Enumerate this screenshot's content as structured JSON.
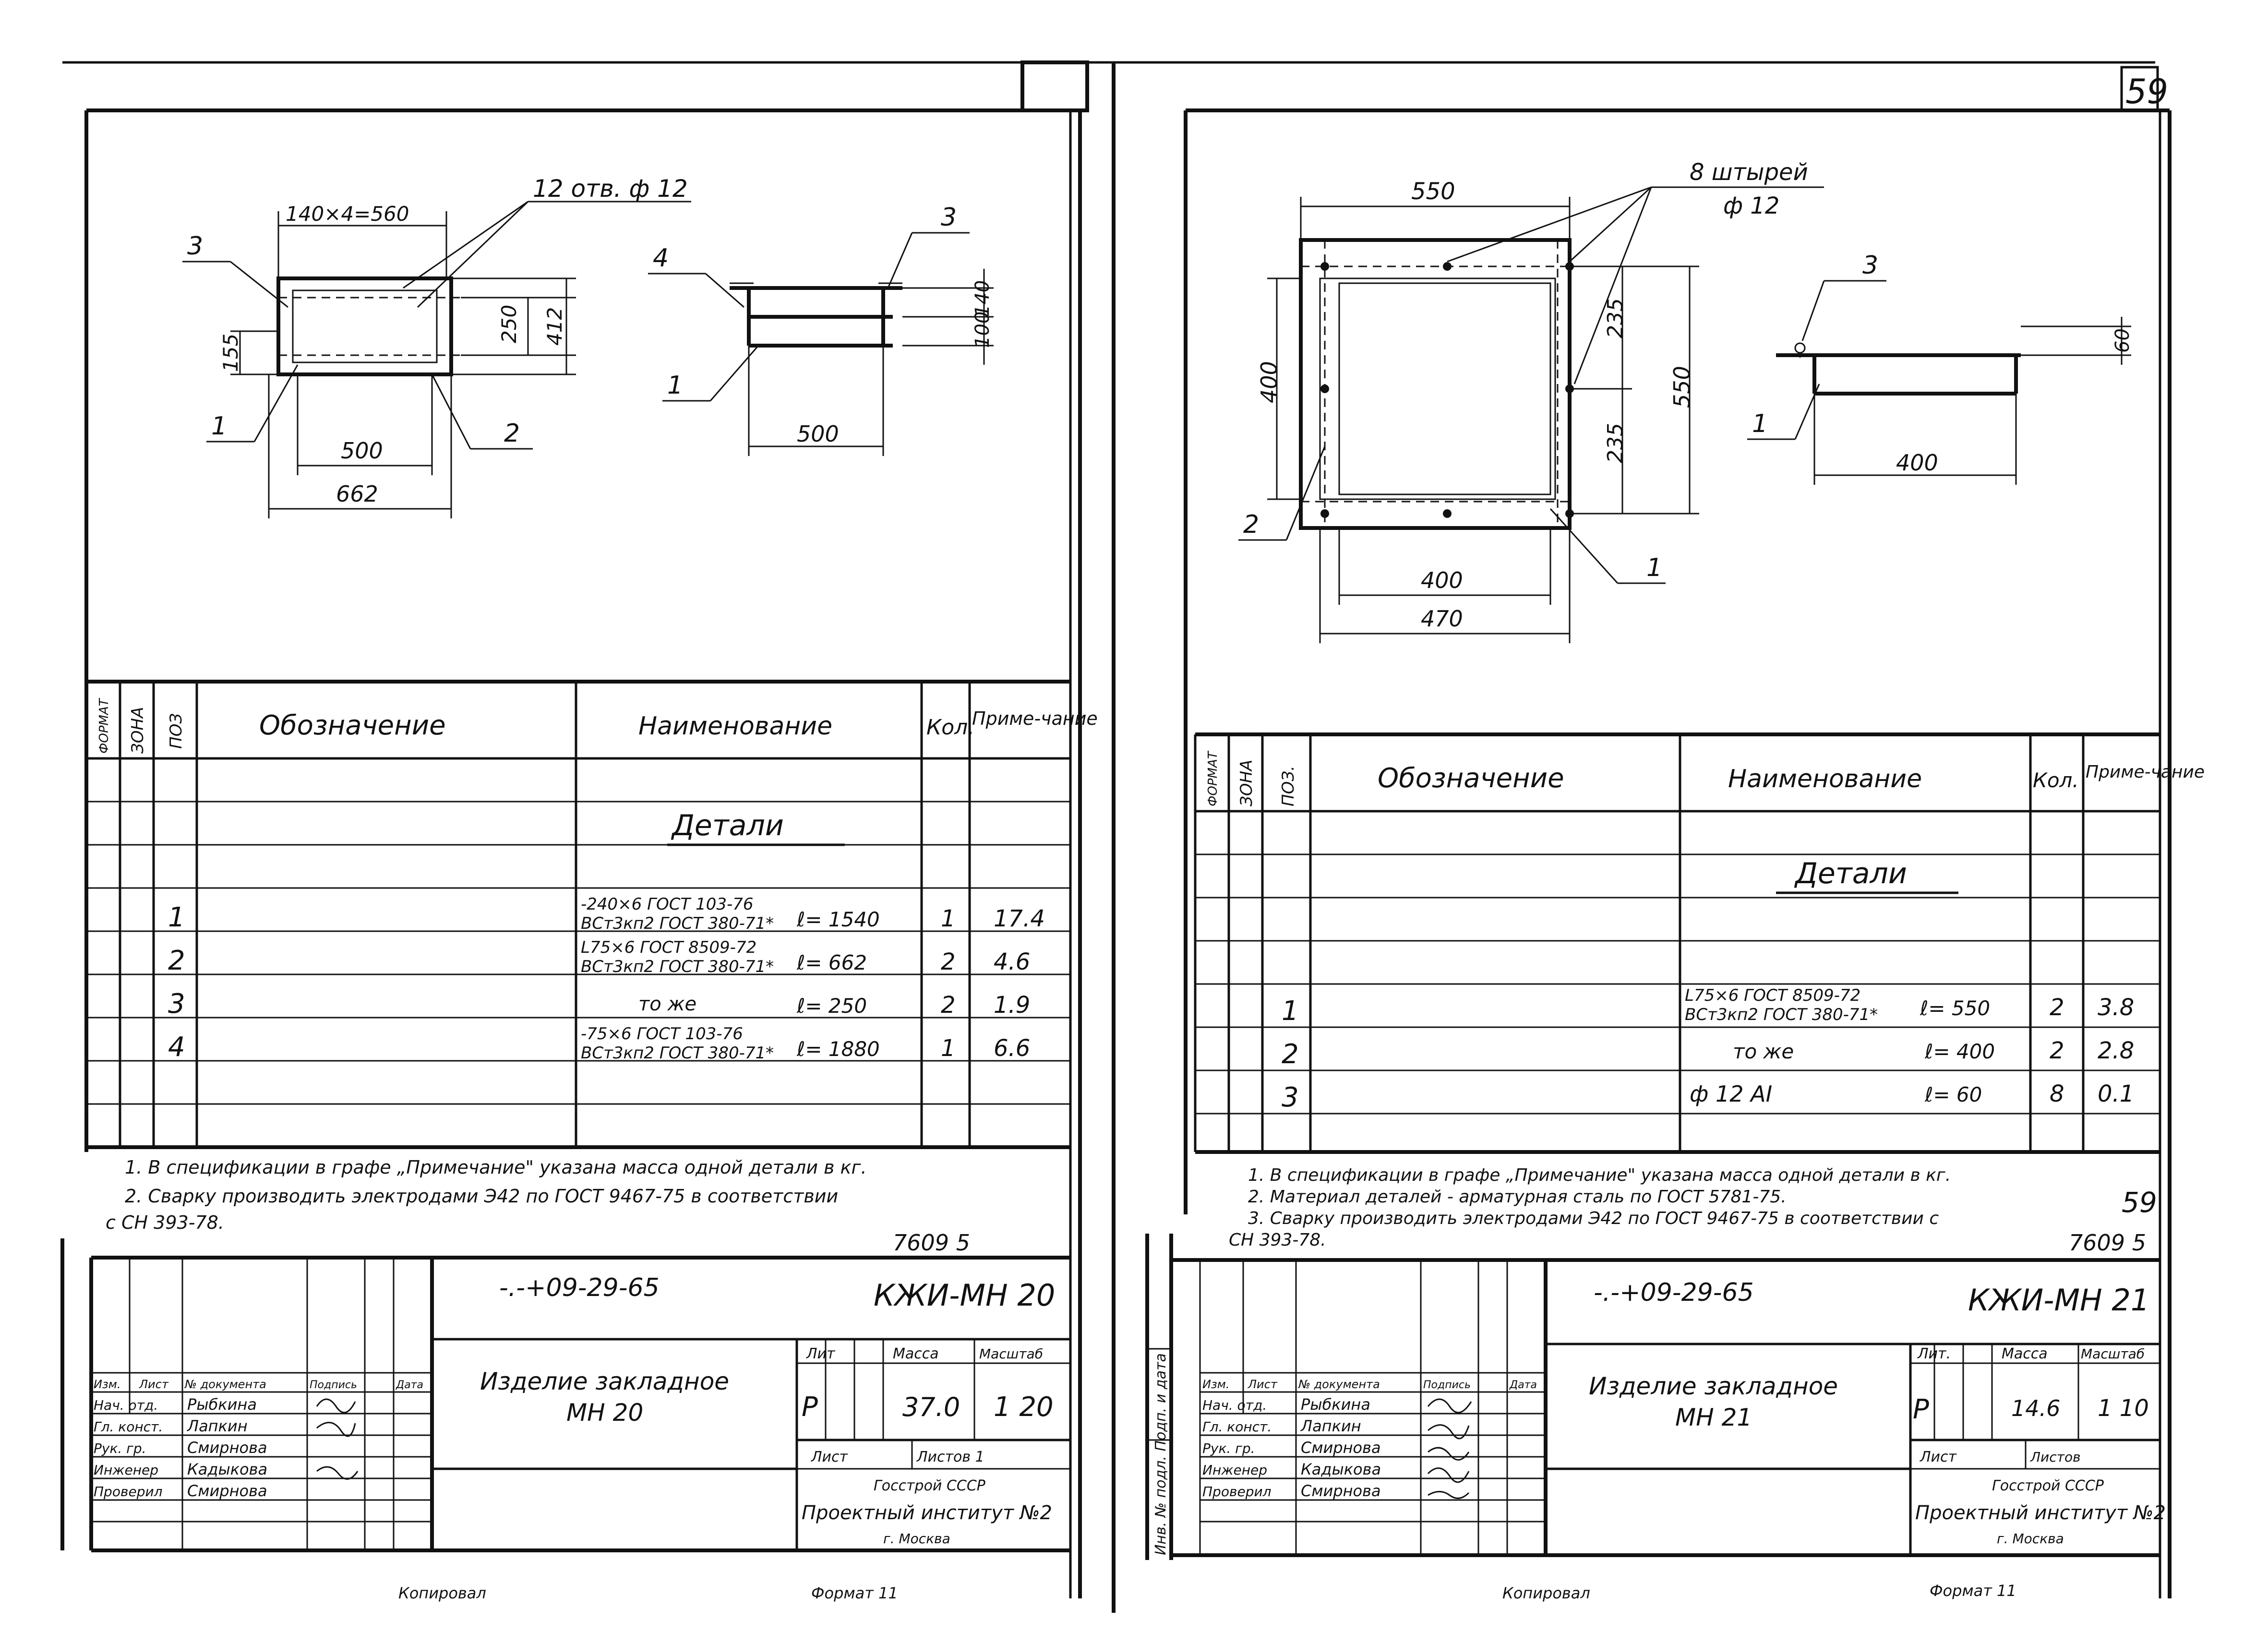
{
  "page_number": "59",
  "left": {
    "drawing": {
      "holes": "12 отв. ф 12",
      "pitch": "140×4=560",
      "d250": "250",
      "d412": "412",
      "d155": "155",
      "d500": "500",
      "d662": "662",
      "p1": "1",
      "p2": "2",
      "p3": "3",
      "s4": "4",
      "s3": "3",
      "s1": "1",
      "d140": "140",
      "d100": "100",
      "s500": "500"
    },
    "table": {
      "col_format": "ФОРМАТ",
      "col_zone": "ЗОНА",
      "col_pos": "ПОЗ",
      "col_designation": "Обозначение",
      "col_name": "Наименование",
      "col_qty": "Кол.",
      "col_note": "Приме-чание",
      "section": "Детали",
      "rows": [
        {
          "pos": "1",
          "name1": "-240×6 ГОСТ 103-76",
          "name2": "ВСт3кп2 ГОСТ 380-71*",
          "length": "ℓ= 1540",
          "qty": "1",
          "note": "17.4"
        },
        {
          "pos": "2",
          "name1": "L75×6 ГОСТ 8509-72",
          "name2": "ВСт3кп2 ГОСТ 380-71*",
          "length": "ℓ= 662",
          "qty": "2",
          "note": "4.6"
        },
        {
          "pos": "3",
          "name1": "то же",
          "name2": "",
          "length": "ℓ= 250",
          "qty": "2",
          "note": "1.9"
        },
        {
          "pos": "4",
          "name1": "-75×6 ГОСТ 103-76",
          "name2": "ВСт3кп2 ГОСТ 380-71*",
          "length": "ℓ= 1880",
          "qty": "1",
          "note": "6.6"
        }
      ]
    },
    "notes": [
      "1. В спецификации в графе „Примечание\" указана масса одной детали в кг.",
      "2. Сварку производить электродами Э42 по ГОСТ 9467-75 в соответствии",
      "с СН 393-78."
    ],
    "inv": "7609 5",
    "stamp": {
      "doc_code": "-.-+09-29-65",
      "mark": "КЖИ-МН 20",
      "title1": "Изделие закладное",
      "title2": "МН 20",
      "lit_h": "Лит",
      "mass_h": "Масса",
      "scale_h": "Масштаб",
      "lit": "Р",
      "mass": "37.0",
      "scale": "1 20",
      "sheet_h": "Лист",
      "sheets_h": "Листов 1",
      "org1": "Госстрой СССР",
      "org2": "Проектный институт №2",
      "org3": "г. Москва",
      "h_izm": "Изм.",
      "h_list": "Лист",
      "h_doc": "№ документа",
      "h_sign": "Подпись",
      "h_date": "Дата",
      "roles": [
        "Нач. отд.",
        "Гл. конст.",
        "Рук. гр.",
        "Инженер",
        "Проверил"
      ],
      "names": [
        "Рыбкина",
        "Лапкин",
        "Смирнова",
        "Кадыкова",
        "Смирнова"
      ]
    },
    "footer1": "Копировал",
    "footer2": "Формат 11"
  },
  "right": {
    "drawing": {
      "pins1": "8 штырей",
      "pins2": "ф 12",
      "d550t": "550",
      "d400v": "400",
      "d235a": "235",
      "d235b": "235",
      "d550v": "550",
      "d400h": "400",
      "d470": "470",
      "p2": "2",
      "p1": "1",
      "s3": "3",
      "s1": "1",
      "d60": "60",
      "s400": "400"
    },
    "table": {
      "col_format": "ФОРМАТ",
      "col_zone": "ЗОНА",
      "col_pos": "ПОЗ.",
      "col_designation": "Обозначение",
      "col_name": "Наименование",
      "col_qty": "Кол.",
      "col_note": "Приме-чание",
      "section": "Детали",
      "rows": [
        {
          "pos": "1",
          "name1": "L75×6 ГОСТ 8509-72",
          "name2": "ВСт3кп2 ГОСТ 380-71*",
          "length": "ℓ= 550",
          "qty": "2",
          "note": "3.8"
        },
        {
          "pos": "2",
          "name1": "то же",
          "name2": "",
          "length": "ℓ= 400",
          "qty": "2",
          "note": "2.8"
        },
        {
          "pos": "3",
          "name1": "ф 12 АI",
          "name2": "",
          "length": "ℓ= 60",
          "qty": "8",
          "note": "0.1"
        }
      ]
    },
    "notes": [
      "1. В спецификации в графе „Примечание\" указана масса одной детали в кг.",
      "2. Материал деталей - арматурная сталь по ГОСТ 5781-75.",
      "3. Сварку производить электродами Э42 по ГОСТ 9467-75 в соответствии с",
      "СН 393-78."
    ],
    "page_mark": "59",
    "inv": "7609 5",
    "side": "Инв. № подл. Подп. и дата",
    "stamp": {
      "doc_code": "-.-+09-29-65",
      "mark": "КЖИ-МН 21",
      "title1": "Изделие закладное",
      "title2": "МН 21",
      "lit_h": "Лит.",
      "mass_h": "Масса",
      "scale_h": "Масштаб",
      "lit": "Р",
      "mass": "14.6",
      "scale": "1 10",
      "sheet_h": "Лист",
      "sheets_h": "Листов",
      "org1": "Госстрой СССР",
      "org2": "Проектный институт №2",
      "org3": "г. Москва",
      "h_izm": "Изм.",
      "h_list": "Лист",
      "h_doc": "№ документа",
      "h_sign": "Подпись",
      "h_date": "Дата",
      "roles": [
        "Нач. отд.",
        "Гл. конст.",
        "Рук. гр.",
        "Инженер",
        "Проверил"
      ],
      "names": [
        "Рыбкина",
        "Лапкин",
        "Смирнова",
        "Кадыкова",
        "Смирнова"
      ]
    },
    "footer1": "Копировал",
    "footer2": "Формат 11"
  }
}
